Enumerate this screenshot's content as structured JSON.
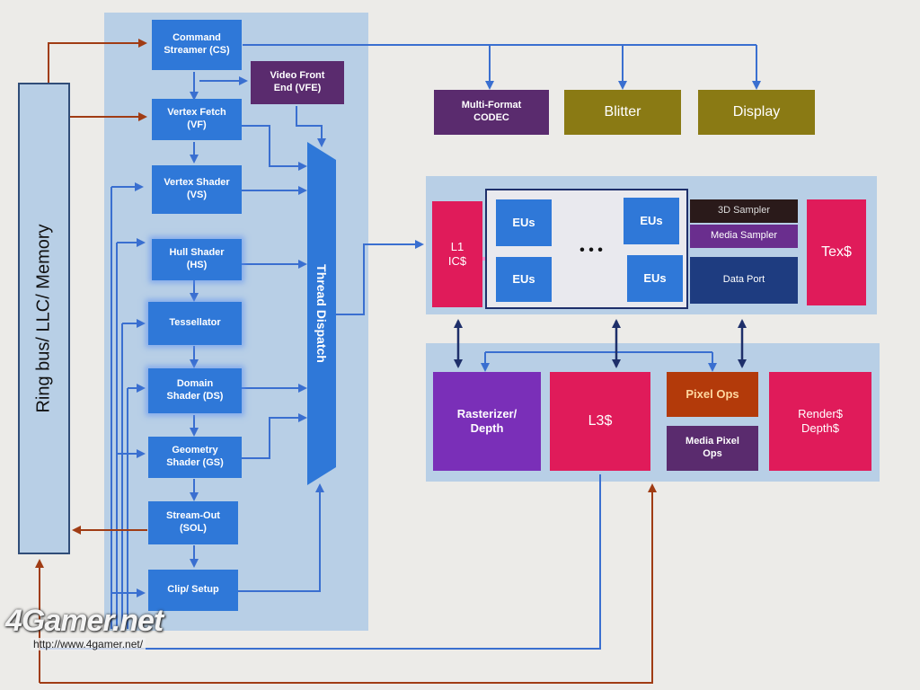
{
  "ring": {
    "label": "Ring bus/ LLC/ Memory"
  },
  "pipeline": {
    "cs": "Command Streamer (CS)",
    "vf": "Vertex Fetch (VF)",
    "vs": "Vertex Shader (VS)",
    "hs": "Hull Shader (HS)",
    "tess": "Tessellator",
    "ds": "Domain Shader (DS)",
    "gs": "Geometry Shader (GS)",
    "sol": "Stream-Out (SOL)",
    "clip": "Clip/ Setup",
    "vfe": "Video Front End (VFE)",
    "dispatch": "Thread Dispatch"
  },
  "top_units": {
    "codec": "Multi-Format CODEC",
    "blitter": "Blitter",
    "display": "Display"
  },
  "exec": {
    "l1": "L1 IC$",
    "eu": "EUs",
    "ellipsis": "• • •",
    "sampler3d": "3D Sampler",
    "media_sampler": "Media Sampler",
    "data_port": "Data Port",
    "tex": "Tex$"
  },
  "backend": {
    "raster": "Rasterizer/ Depth",
    "l3": "L3$",
    "pixel_ops": "Pixel Ops",
    "media_pixel_ops": "Media Pixel Ops",
    "render": "Render$ Depth$"
  },
  "watermark": {
    "logo": "4Gamer.net",
    "url": "http://www.4gamer.net/"
  },
  "colors": {
    "panel": "#b8cfe6",
    "blue": "#2f78d8",
    "purple": "#7a2fb8",
    "magenta": "#e01b5a",
    "olive": "#8a7a14",
    "dark_purple": "#5a2b6e",
    "navy": "#1e3c80",
    "arrow_blue": "#3a6fd0",
    "arrow_brown": "#a03c14",
    "orange_brown": "#b33a0a"
  }
}
